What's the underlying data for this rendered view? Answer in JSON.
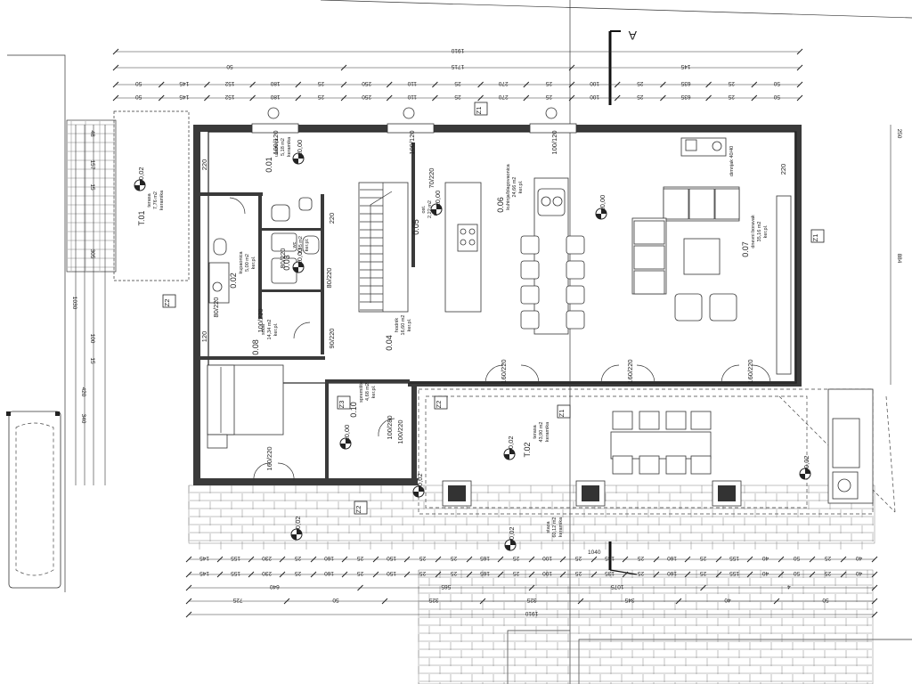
{
  "section_marker": "A",
  "rooms": [
    {
      "id": "0.01",
      "name": "ulazni pr.",
      "area": "5,18 m2",
      "floor": "keramika"
    },
    {
      "id": "0.02",
      "name": "kupaonica",
      "area": "5,00 m2",
      "floor": "ker.pl."
    },
    {
      "id": "0.03",
      "name": "wc",
      "area": "2,95 m2",
      "floor": "ker.pl."
    },
    {
      "id": "0.04",
      "name": "hodnik",
      "area": "16,60 m2",
      "floor": "ker.pl."
    },
    {
      "id": "0.05",
      "name": "ost.",
      "area": "2,22 m2",
      "floor": "ker.pl."
    },
    {
      "id": "0.06",
      "name": "kuhinja/blagovaonica",
      "area": "24,66 m2",
      "floor": "ker.pl."
    },
    {
      "id": "0.07",
      "name": "dnevni boravak",
      "area": "35,16 m2",
      "floor": "ker.pl."
    },
    {
      "id": "0.08",
      "name": "soba",
      "area": "14,34 m2",
      "floor": "ker.pl."
    },
    {
      "id": "0.10",
      "name": "spremište",
      "area": "4,68 m2",
      "floor": "ker.pl."
    },
    {
      "id": "T.01",
      "name": "terasa",
      "area": "7,76 m2",
      "floor": "keramika"
    },
    {
      "id": "T.02",
      "name": "terasa",
      "area": "43,90 m2",
      "floor": "keramika"
    },
    {
      "id": "",
      "name": "staza",
      "area": "60,12 m2",
      "floor": "keramika"
    }
  ],
  "section_labels": [
    "Z1",
    "Z1",
    "Z2",
    "Z2",
    "Z2",
    "Z3",
    "Z1"
  ],
  "level_marks": [
    "±0,00",
    "±0,00",
    "±0,00",
    "±0,00",
    "±0,00",
    "-0,02",
    "-0,02",
    "-0,02",
    "-0,02",
    "-0,02",
    "-0,02"
  ],
  "door_window_labels": [
    "100/120",
    "100/120",
    "100/120",
    "220",
    "220",
    "220",
    "80/220",
    "80/220",
    "80/220",
    "100/220",
    "100/220",
    "160/220",
    "160/220",
    "160/220",
    "160/220",
    "90/220",
    "100/280",
    "120",
    "70/220"
  ],
  "misc_labels": {
    "fireplace": "dimnjak 40/40",
    "corner_note": "1040"
  },
  "dims_top": {
    "total": "1910",
    "row2": [
      "50",
      "1715",
      "145"
    ],
    "row3": [
      "50",
      "145",
      "152",
      "180",
      "25",
      "250",
      "110",
      "25",
      "270",
      "25",
      "100",
      "25",
      "635",
      "25",
      "50"
    ],
    "side_right": [
      "250",
      "884"
    ]
  },
  "dims_left": [
    "1030",
    "420",
    "340",
    "305",
    "157",
    "100",
    "15",
    "15",
    "48"
  ],
  "dims_bottom": {
    "row1": [
      "145",
      "155",
      "230",
      "25",
      "160",
      "25",
      "150",
      "25",
      "25",
      "165",
      "25",
      "100",
      "25",
      "135",
      "25",
      "160",
      "25",
      "155",
      "40",
      "50",
      "25",
      "40"
    ],
    "row2": [
      "640",
      "565",
      "1075",
      "4"
    ],
    "row3": [
      "725",
      "50",
      "325",
      "325",
      "345",
      "40",
      "50"
    ],
    "row4": [
      "1910"
    ]
  }
}
